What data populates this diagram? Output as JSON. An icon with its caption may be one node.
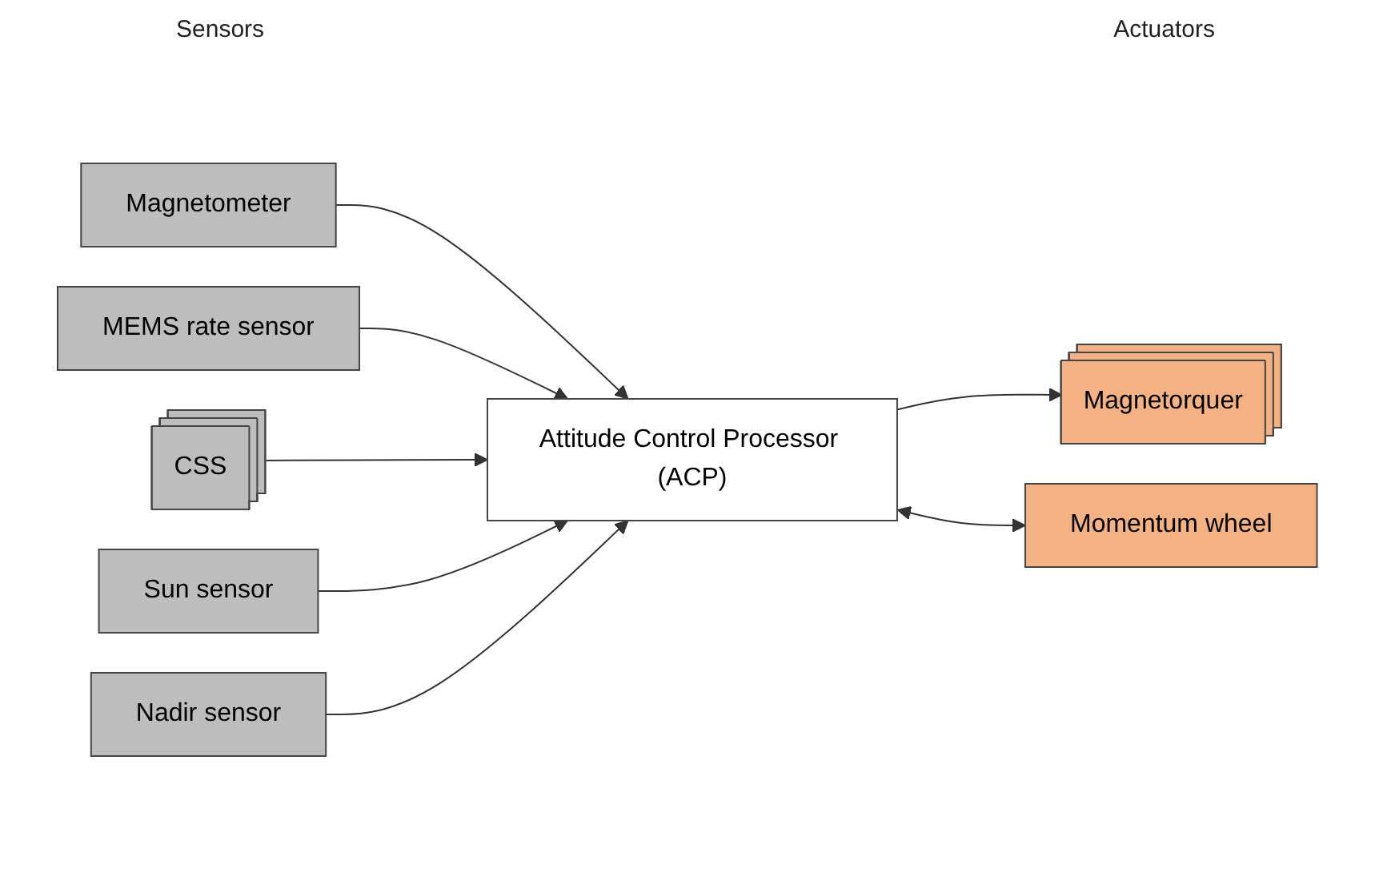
{
  "diagram": {
    "nodes": [
      {
        "text": [
          "Magnetometer"
        ]
      },
      {
        "text": [
          "MEMS rate sensor"
        ]
      },
      {
        "text": [
          "CSS"
        ]
      },
      {
        "text": [
          "Sun sensor"
        ]
      },
      {
        "text": [
          "Nadir sensor"
        ]
      },
      {
        "text": [
          "Attitude Control Processor (ACP)"
        ]
      },
      {
        "text": [
          "Magnetorquer"
        ]
      },
      {
        "text": [
          "Momentum wheel"
        ]
      }
    ],
    "edges": [
      {
        "from": 0,
        "to": 5,
        "arrow": "to"
      },
      {
        "from": 1,
        "to": 5,
        "arrow": "to"
      },
      {
        "from": 2,
        "to": 5,
        "arrow": "to"
      },
      {
        "from": 3,
        "to": 5,
        "arrow": "to"
      },
      {
        "from": 4,
        "to": 5,
        "arrow": "to"
      },
      {
        "from": 5,
        "to": 6,
        "arrow": "to"
      },
      {
        "from": 5,
        "to": 7,
        "arrow": "both"
      }
    ],
    "labels": [
      "Sensors",
      "Actuators"
    ]
  }
}
